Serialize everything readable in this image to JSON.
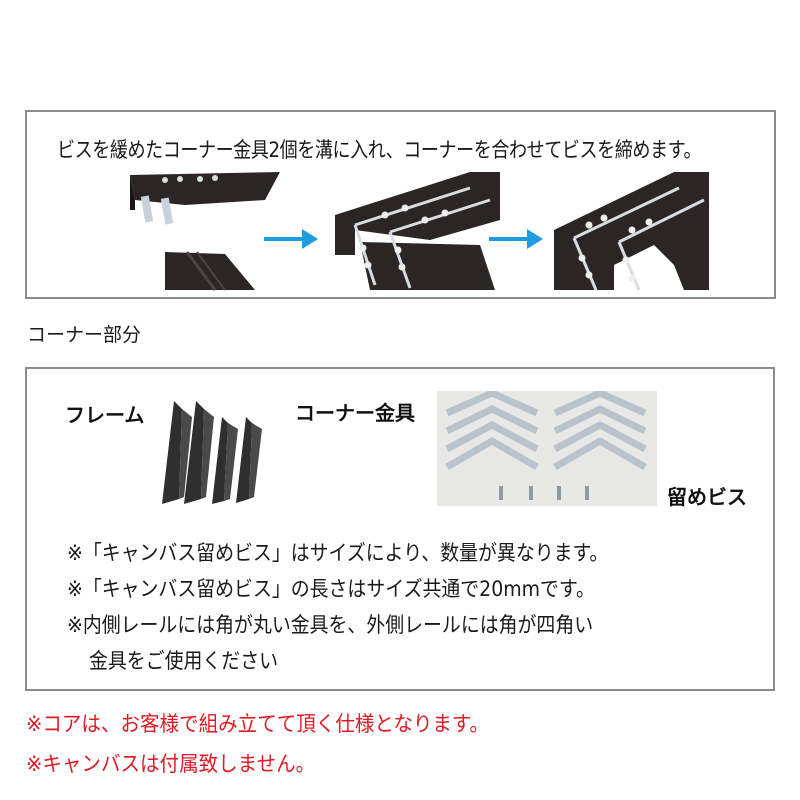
{
  "step_panel": {
    "instruction": "ビスを緩めたコーナー金具2個を溝に入れ、コーナーを合わせてビスを締めます。",
    "images": [
      {
        "name": "frame-parts-separated",
        "desc": "frame pieces with loosened corner brackets"
      },
      {
        "name": "frame-corner-inserting",
        "desc": "brackets inserted into grooves"
      },
      {
        "name": "frame-corner-assembled",
        "desc": "assembled corner with screws tightened"
      }
    ],
    "arrow_color": "#1e9ce0"
  },
  "section_label": "コーナー部分",
  "parts_panel": {
    "frame_label": "フレーム",
    "bracket_label": "コーナー金具",
    "screw_label": "留めビス",
    "notes": [
      "※「キャンバス留めビス」はサイズにより、数量が異なります。",
      "※「キャンバス留めビス」の長さはサイズ共通で20mmです。",
      "※内側レールには角が丸い金具を、外側レールには角が四角い",
      "金具をご使用ください"
    ]
  },
  "warnings": [
    "※コアは、お客様で組み立てて頂く仕様となります。",
    "※キャンバスは付属致しません。"
  ],
  "colors": {
    "warning": "#e01b24",
    "border": "#8c8c8c",
    "frame": "#2b2625"
  }
}
